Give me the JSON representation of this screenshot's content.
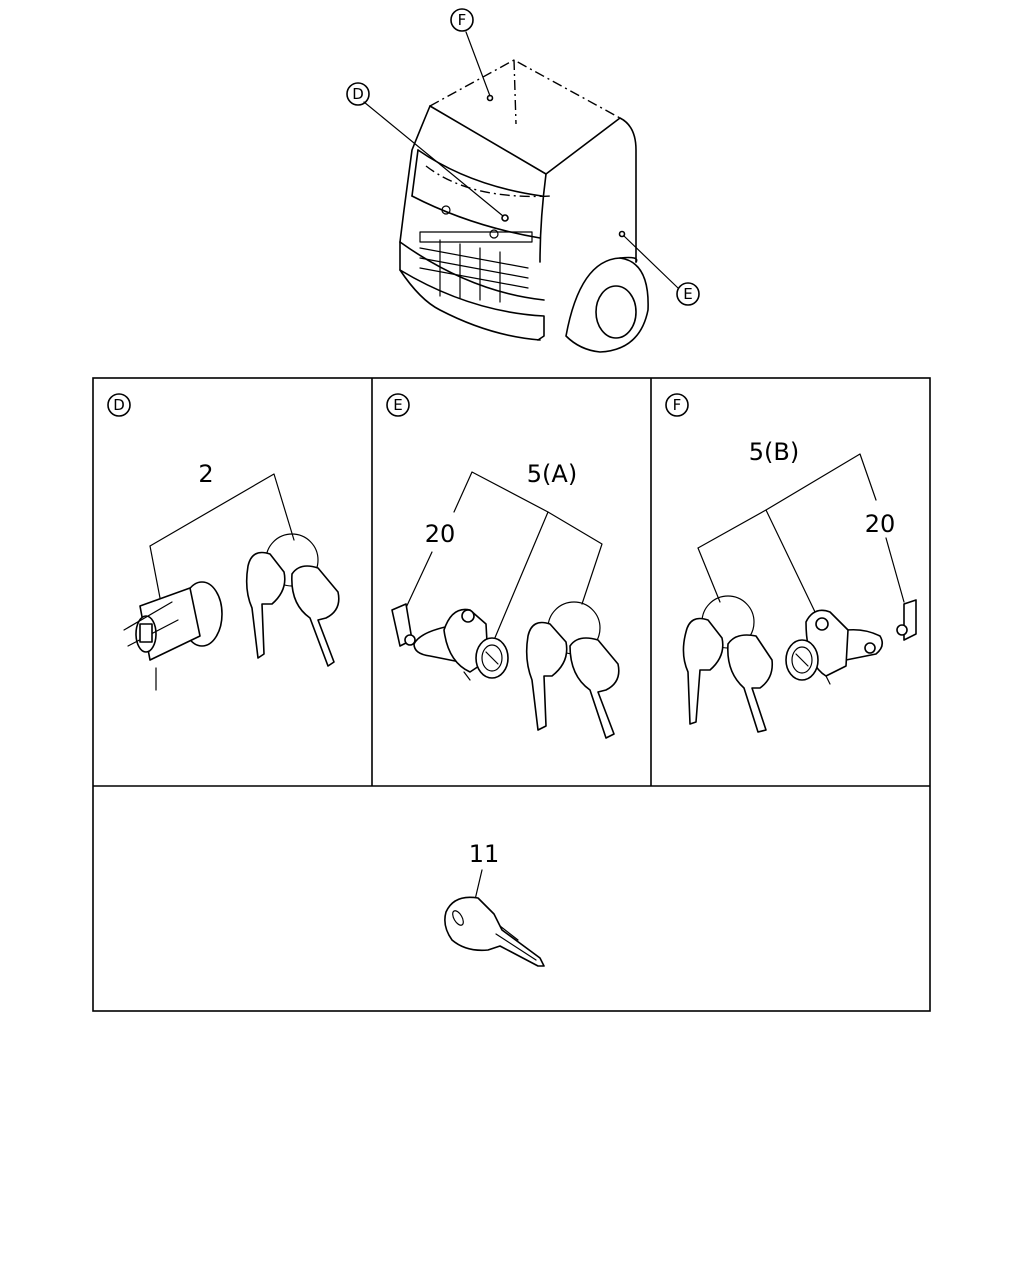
{
  "callouts": {
    "truck_f": "F",
    "truck_d": "D",
    "truck_e": "E",
    "panel_d": "D",
    "panel_e": "E",
    "panel_f": "F"
  },
  "part_numbers": {
    "d_keyset": "2",
    "e_keyset": "5(A)",
    "e_clip": "20",
    "f_keyset": "5(B)",
    "f_clip": "20",
    "blank_key": "11"
  }
}
